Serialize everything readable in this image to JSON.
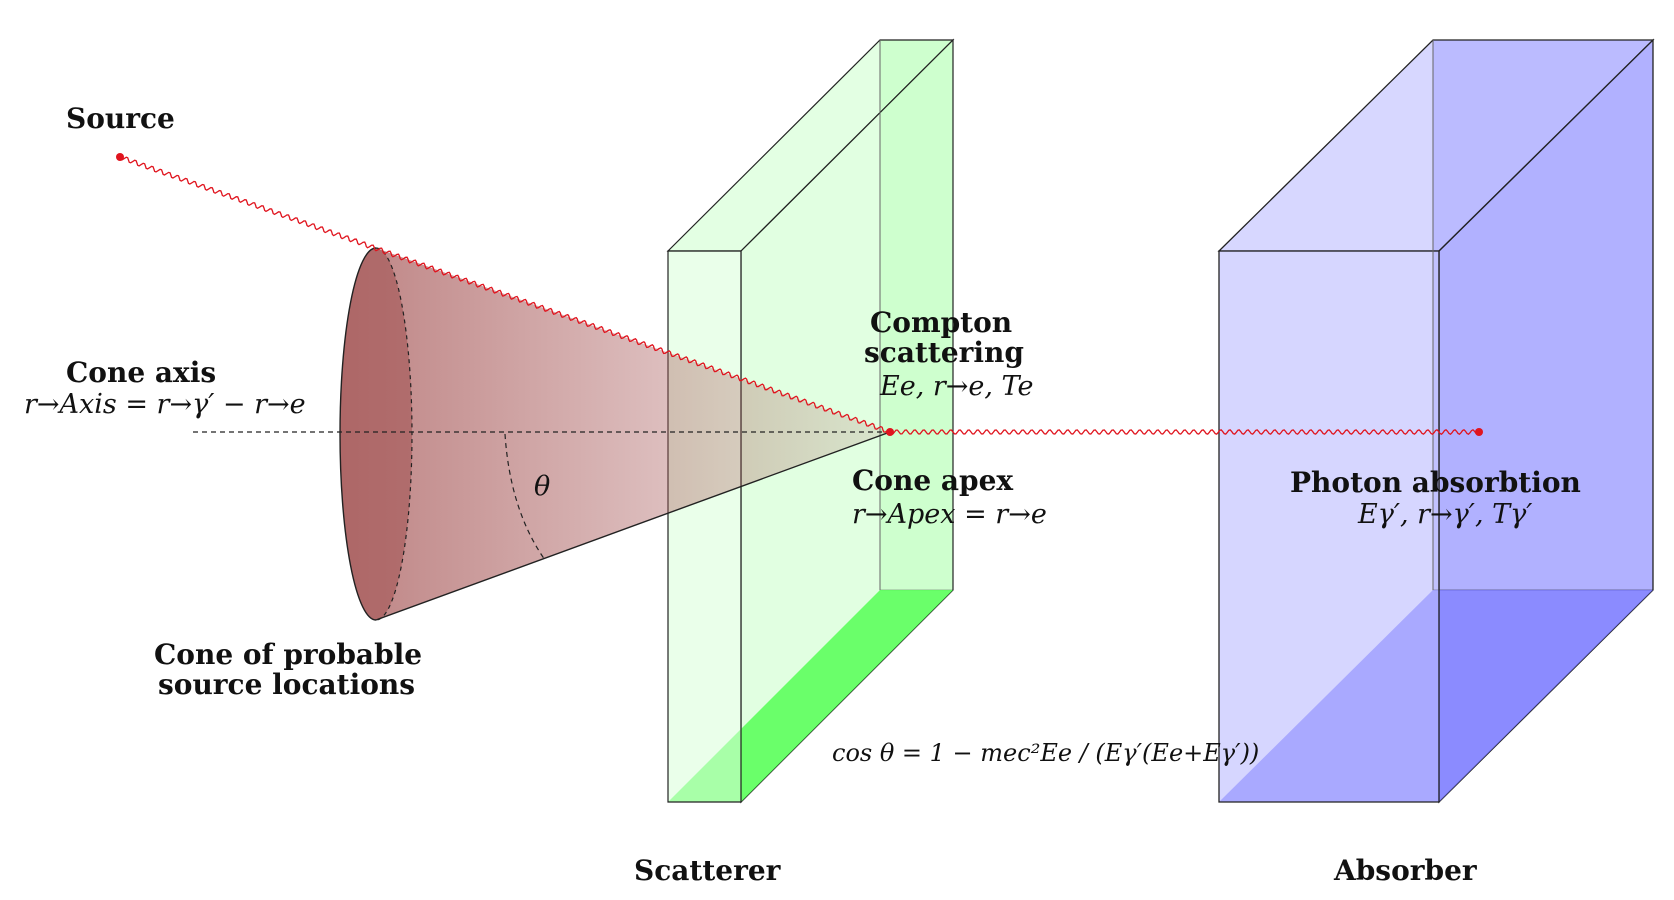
{
  "labels": {
    "source": "Source",
    "cone_axis_title": "Cone axis",
    "cone_axis_formula": "r→Axis = r→γ′ − r→e",
    "compton_title_line1": "Compton",
    "compton_title_line2": "scattering",
    "compton_vars": "Ee, r→e, Te",
    "cone_apex_title": "Cone apex",
    "cone_apex_formula": "r→Apex = r→e",
    "theta": "θ",
    "photon_title": "Photon absorbtion",
    "photon_vars": "Eγ′, r→γ′, Tγ′",
    "cone_locations_line1": "Cone of probable",
    "cone_locations_line2": "source locations",
    "formula": "cos θ = 1 − mec²Ee / (Eγ′(Ee+Eγ′))",
    "scatterer": "Scatterer",
    "absorber": "Absorber"
  },
  "colors": {
    "photon": "#e0141e",
    "cone": "#a85a5a",
    "scatterer": "#7dff7d",
    "absorber": "#8a8aff"
  },
  "icons": {
    "source_point": "red-dot",
    "interaction_point": "red-dot",
    "absorption_point": "red-dot"
  }
}
